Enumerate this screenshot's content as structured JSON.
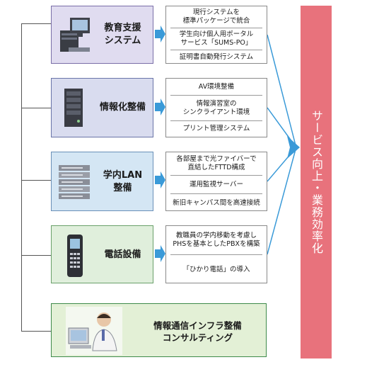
{
  "categories": [
    {
      "label": "教育支援\nシステム",
      "icon": "server-computer-icon",
      "color": "#e0dcf0",
      "items": [
        "現行システムを\n標準パッケージで統合",
        "学生向け個人用ポータル\nサービス「SUMS-PO」",
        "証明書自動発行システム"
      ]
    },
    {
      "label": "情報化整備",
      "icon": "server-tower-icon",
      "color": "#d9dcef",
      "items": [
        "AV環境整備",
        "情報演習室の\nシンクライアント環境",
        "プリント管理システム"
      ]
    },
    {
      "label": "学内LAN\n整備",
      "icon": "network-rack-icon",
      "color": "#d4e6f4",
      "items": [
        "各部屋まで光ファイバーで\n直結したFTTD構成",
        "運用監視サーバー",
        "新旧キャンパス間を高速接続"
      ]
    },
    {
      "label": "電話設備",
      "icon": "mobile-phone-icon",
      "color": "#e0efdc",
      "items": [
        "教職員の学内移動を考慮し\nPHSを基本としたPBXを構築",
        "「ひかり電話」の導入"
      ]
    }
  ],
  "consulting": {
    "label": "情報通信インフラ整備\nコンサルティング",
    "icon": "person-at-computer-icon"
  },
  "result": {
    "label": "サービス向上・業務効率化",
    "color": "#e8727c"
  },
  "arrow_color": "#3a9ad8"
}
